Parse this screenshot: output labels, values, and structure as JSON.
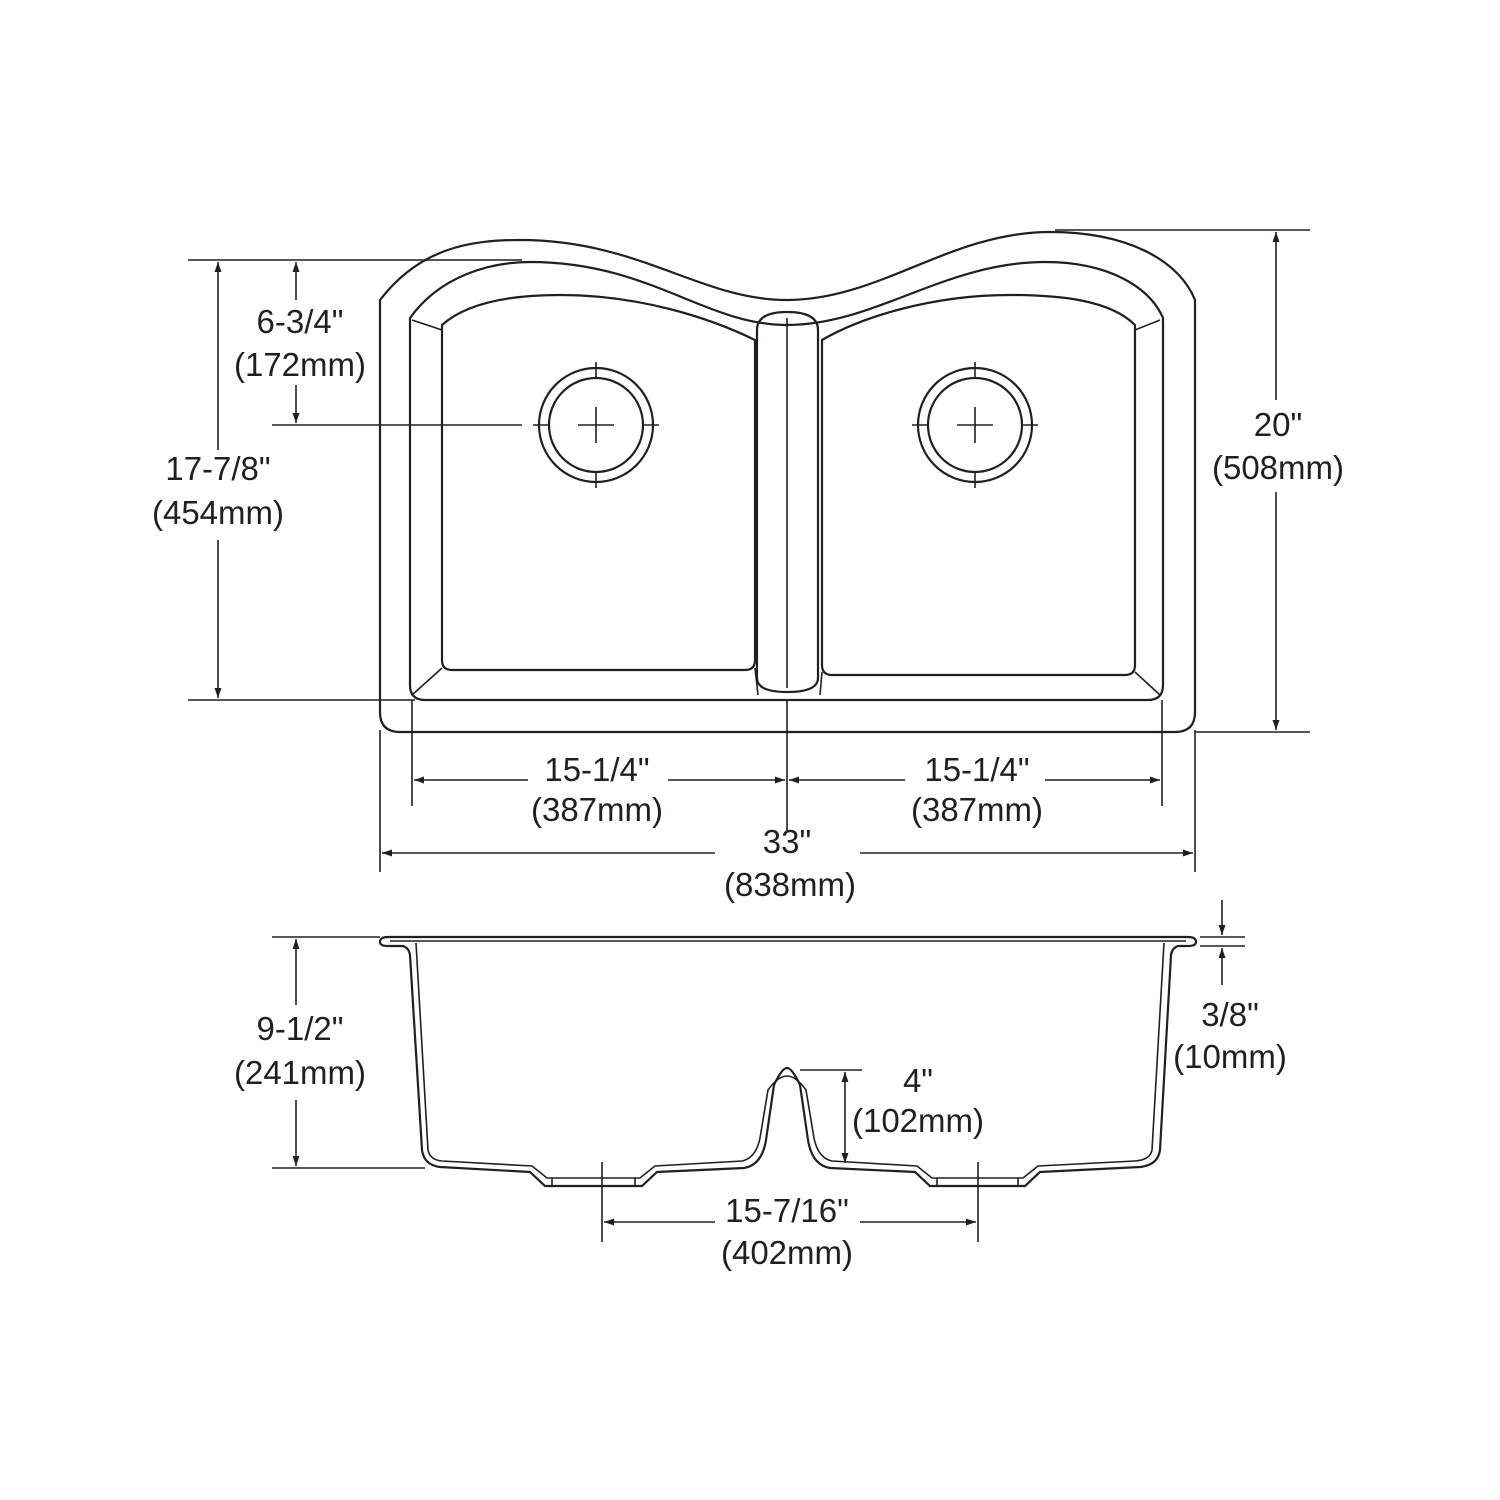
{
  "top_view": {
    "overall_depth": {
      "imperial": "20\"",
      "metric": "(508mm)"
    },
    "bowl_depth": {
      "imperial": "17-7/8\"",
      "metric": "(454mm)"
    },
    "drain_offset": {
      "imperial": "6-3/4\"",
      "metric": "(172mm)"
    },
    "left_bowl_width": {
      "imperial": "15-1/4\"",
      "metric": "(387mm)"
    },
    "right_bowl_width": {
      "imperial": "15-1/4\"",
      "metric": "(387mm)"
    },
    "overall_width": {
      "imperial": "33\"",
      "metric": "(838mm)"
    }
  },
  "side_view": {
    "bowl_height": {
      "imperial": "9-1/2\"",
      "metric": "(241mm)"
    },
    "rim_thickness": {
      "imperial": "3/8\"",
      "metric": "(10mm)"
    },
    "divider_height": {
      "imperial": "4\"",
      "metric": "(102mm)"
    },
    "drain_spacing": {
      "imperial": "15-7/16\"",
      "metric": "(402mm)"
    }
  },
  "colors": {
    "line": "#231f20",
    "background": "#ffffff"
  }
}
